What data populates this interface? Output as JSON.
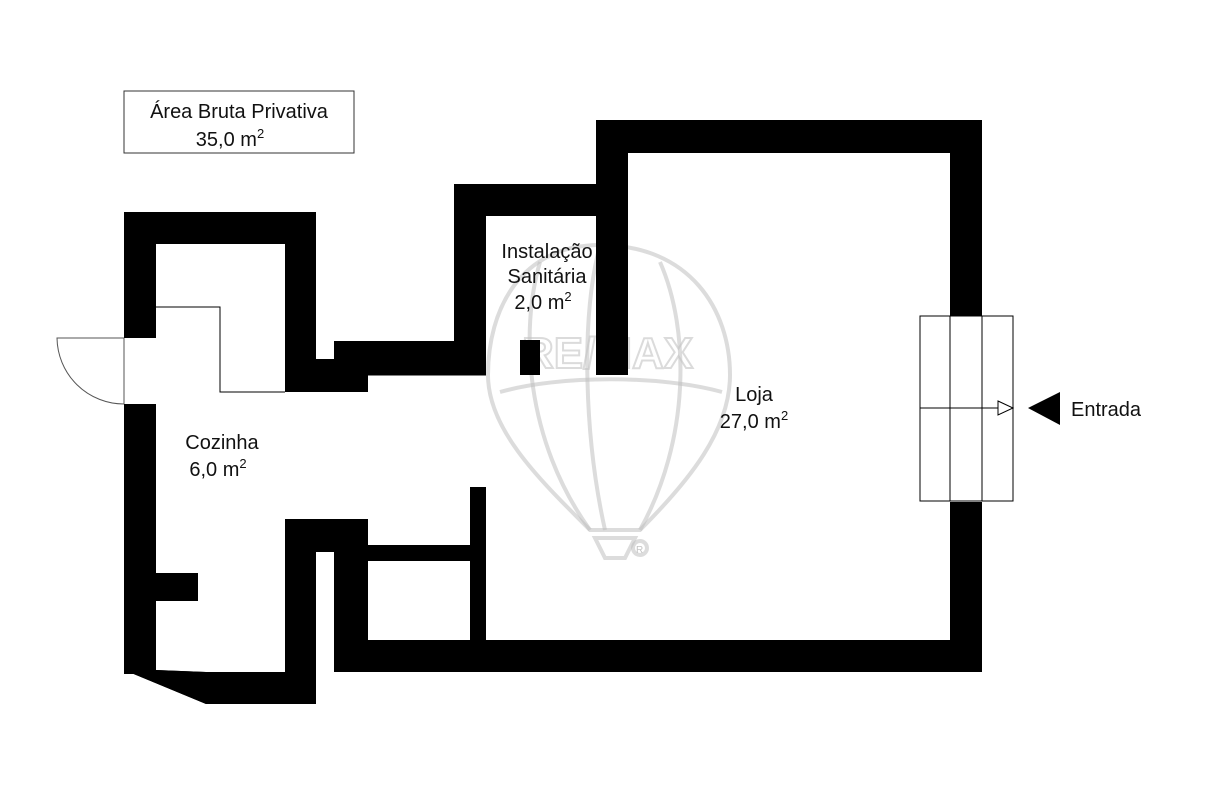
{
  "summary_box": {
    "title": "Área Bruta Privativa",
    "area_value": "35,0 m",
    "area_sup": "2"
  },
  "rooms": {
    "instalacao": {
      "line1": "Instalação",
      "line2": "Sanitária",
      "area_value": "2,0 m",
      "area_sup": "2"
    },
    "loja": {
      "name": "Loja",
      "area_value": "27,0 m",
      "area_sup": "2"
    },
    "cozinha": {
      "name": "Cozinha",
      "area_value": "6,0 m",
      "area_sup": "2"
    }
  },
  "entrance": {
    "label": "Entrada"
  },
  "watermark": {
    "brand": "RE/MAX",
    "mark": "R"
  },
  "colors": {
    "wall": "#000000",
    "background": "#ffffff",
    "watermark": "#c4c4c4"
  }
}
